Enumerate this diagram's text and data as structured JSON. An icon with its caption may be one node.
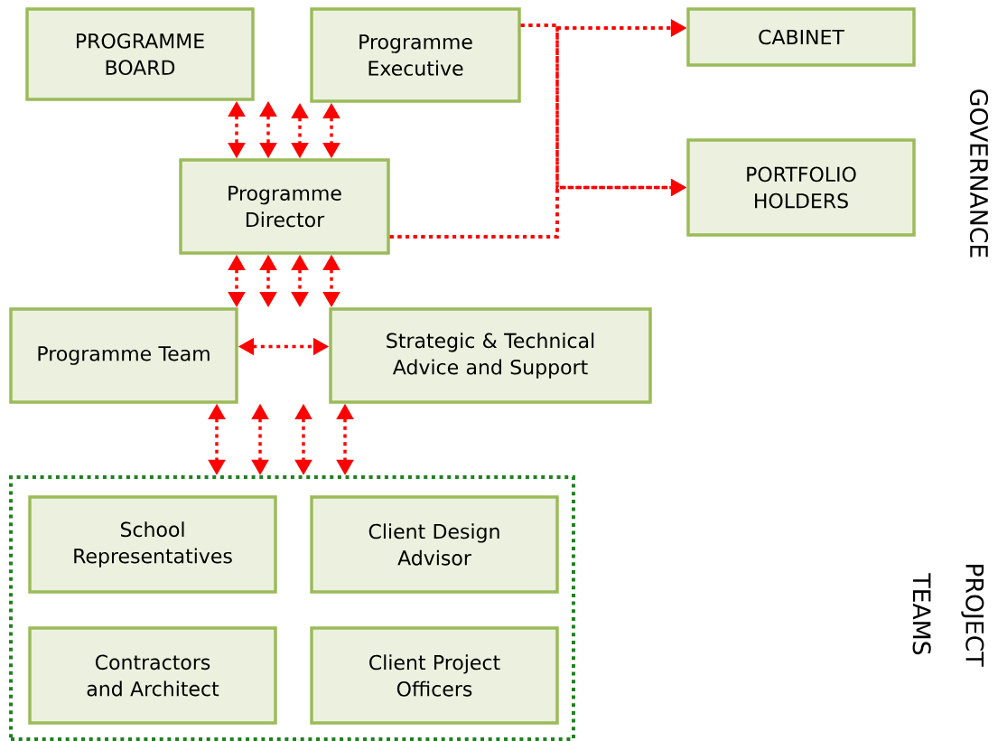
{
  "diagram": {
    "nodes": [
      {
        "text": [
          "PROGRAMME BOARD"
        ]
      },
      {
        "text": [
          "Programme Executive"
        ]
      },
      {
        "text": [
          "CABINET"
        ]
      },
      {
        "text": [
          "PORTFOLIO HOLDERS"
        ]
      },
      {
        "text": [
          "Programme Director"
        ]
      },
      {
        "text": [
          "Programme Team"
        ]
      },
      {
        "text": [
          "Strategic & Technical Advice and Support"
        ]
      },
      {
        "text": [],
        "shape": "box"
      },
      {
        "text": [
          "School Representatives"
        ],
        "in": 7
      },
      {
        "text": [
          "Client Design Advisor"
        ],
        "in": 7
      },
      {
        "text": [
          "Contractors and Architect"
        ],
        "in": 7
      },
      {
        "text": [
          "Client Project Officers"
        ],
        "in": 7
      }
    ],
    "edges": [
      {
        "from": 0,
        "to": 4,
        "arrow": "both"
      },
      {
        "from": 0,
        "to": 4,
        "arrow": "both"
      },
      {
        "from": 1,
        "to": 4,
        "arrow": "both"
      },
      {
        "from": 1,
        "to": 4,
        "arrow": "both"
      },
      {
        "from": 1,
        "to": 2,
        "arrow": "to"
      },
      {
        "from": 1,
        "to": 3,
        "arrow": "to"
      },
      {
        "from": 4,
        "to": 2,
        "arrow": "to"
      },
      {
        "from": 4,
        "to": 3,
        "arrow": "to"
      },
      {
        "from": 4,
        "to": 5,
        "arrow": "both"
      },
      {
        "from": 4,
        "to": 5,
        "arrow": "both"
      },
      {
        "from": 4,
        "to": 6,
        "arrow": "both"
      },
      {
        "from": 4,
        "to": 6,
        "arrow": "both"
      },
      {
        "from": 5,
        "to": 6,
        "arrow": "both"
      },
      {
        "from": 5,
        "to": 7,
        "arrow": "both"
      },
      {
        "from": 5,
        "to": 7,
        "arrow": "both"
      },
      {
        "from": 6,
        "to": 7,
        "arrow": "both"
      },
      {
        "from": 6,
        "to": 7,
        "arrow": "both"
      }
    ],
    "labels": [
      "GOVERNANCE",
      "PROJECT TEAMS"
    ]
  }
}
